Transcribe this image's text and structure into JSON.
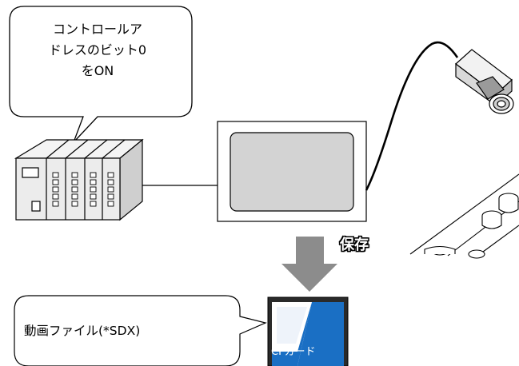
{
  "callouts": {
    "top": [
      "コントロールア",
      "ドレスのビット0",
      "をON"
    ],
    "bottom": "動画ファイル(*SDX)"
  },
  "arrow": {
    "label": "保存"
  },
  "cf_card": {
    "label": "CFカード"
  },
  "colors": {
    "outline": "#000000",
    "plc_fill": "#e8e8e8",
    "screen_fill": "#d3d3d3",
    "arrow_fill": "#8c8c8c",
    "cf_blue": "#1a6fc4",
    "cf_dark": "#2a2a2a"
  },
  "icons": [
    "plc-icon",
    "display-unit-icon",
    "video-camera-icon",
    "machine-base-icon",
    "cf-card-icon",
    "down-arrow-icon"
  ]
}
